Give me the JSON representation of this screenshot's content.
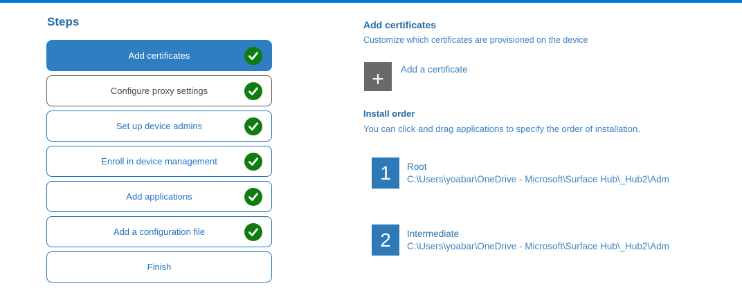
{
  "colors": {
    "top_bar": "#0078d7",
    "active_step_bg": "#2f7ec1",
    "step_border_blue": "#2272c3",
    "step_border_gray": "#5a5a5a",
    "check_green": "#107c10",
    "plus_tile_gray": "#696969",
    "number_tile_blue": "#2e79b8",
    "heading_blue": "#25689f",
    "body_blue": "#3f82c2"
  },
  "sidebar": {
    "title": "Steps",
    "steps": [
      {
        "label": "Add certificates",
        "state": "active",
        "completed": true
      },
      {
        "label": "Configure proxy settings",
        "state": "neutral",
        "completed": true
      },
      {
        "label": "Set up device admins",
        "state": "normal",
        "completed": true
      },
      {
        "label": "Enroll in device management",
        "state": "normal",
        "completed": true
      },
      {
        "label": "Add applications",
        "state": "normal",
        "completed": true
      },
      {
        "label": "Add a configuration file",
        "state": "normal",
        "completed": true
      },
      {
        "label": "Finish",
        "state": "normal",
        "completed": false
      }
    ]
  },
  "main": {
    "section_title": "Add certificates",
    "section_subtitle": "Customize which certificates are provisioned on the device",
    "add_button": {
      "icon": "plus-icon",
      "icon_glyph": "+",
      "label": "Add a certificate"
    },
    "install_order": {
      "title": "Install order",
      "description": "You can click and drag applications to specify the order of installation.",
      "items": [
        {
          "order": "1",
          "name": "Root",
          "path": "C:\\Users\\yoabar\\OneDrive - Microsoft\\Surface Hub\\_Hub2\\Adm"
        },
        {
          "order": "2",
          "name": "Intermediate",
          "path": "C:\\Users\\yoabar\\OneDrive - Microsoft\\Surface Hub\\_Hub2\\Adm"
        }
      ]
    }
  }
}
